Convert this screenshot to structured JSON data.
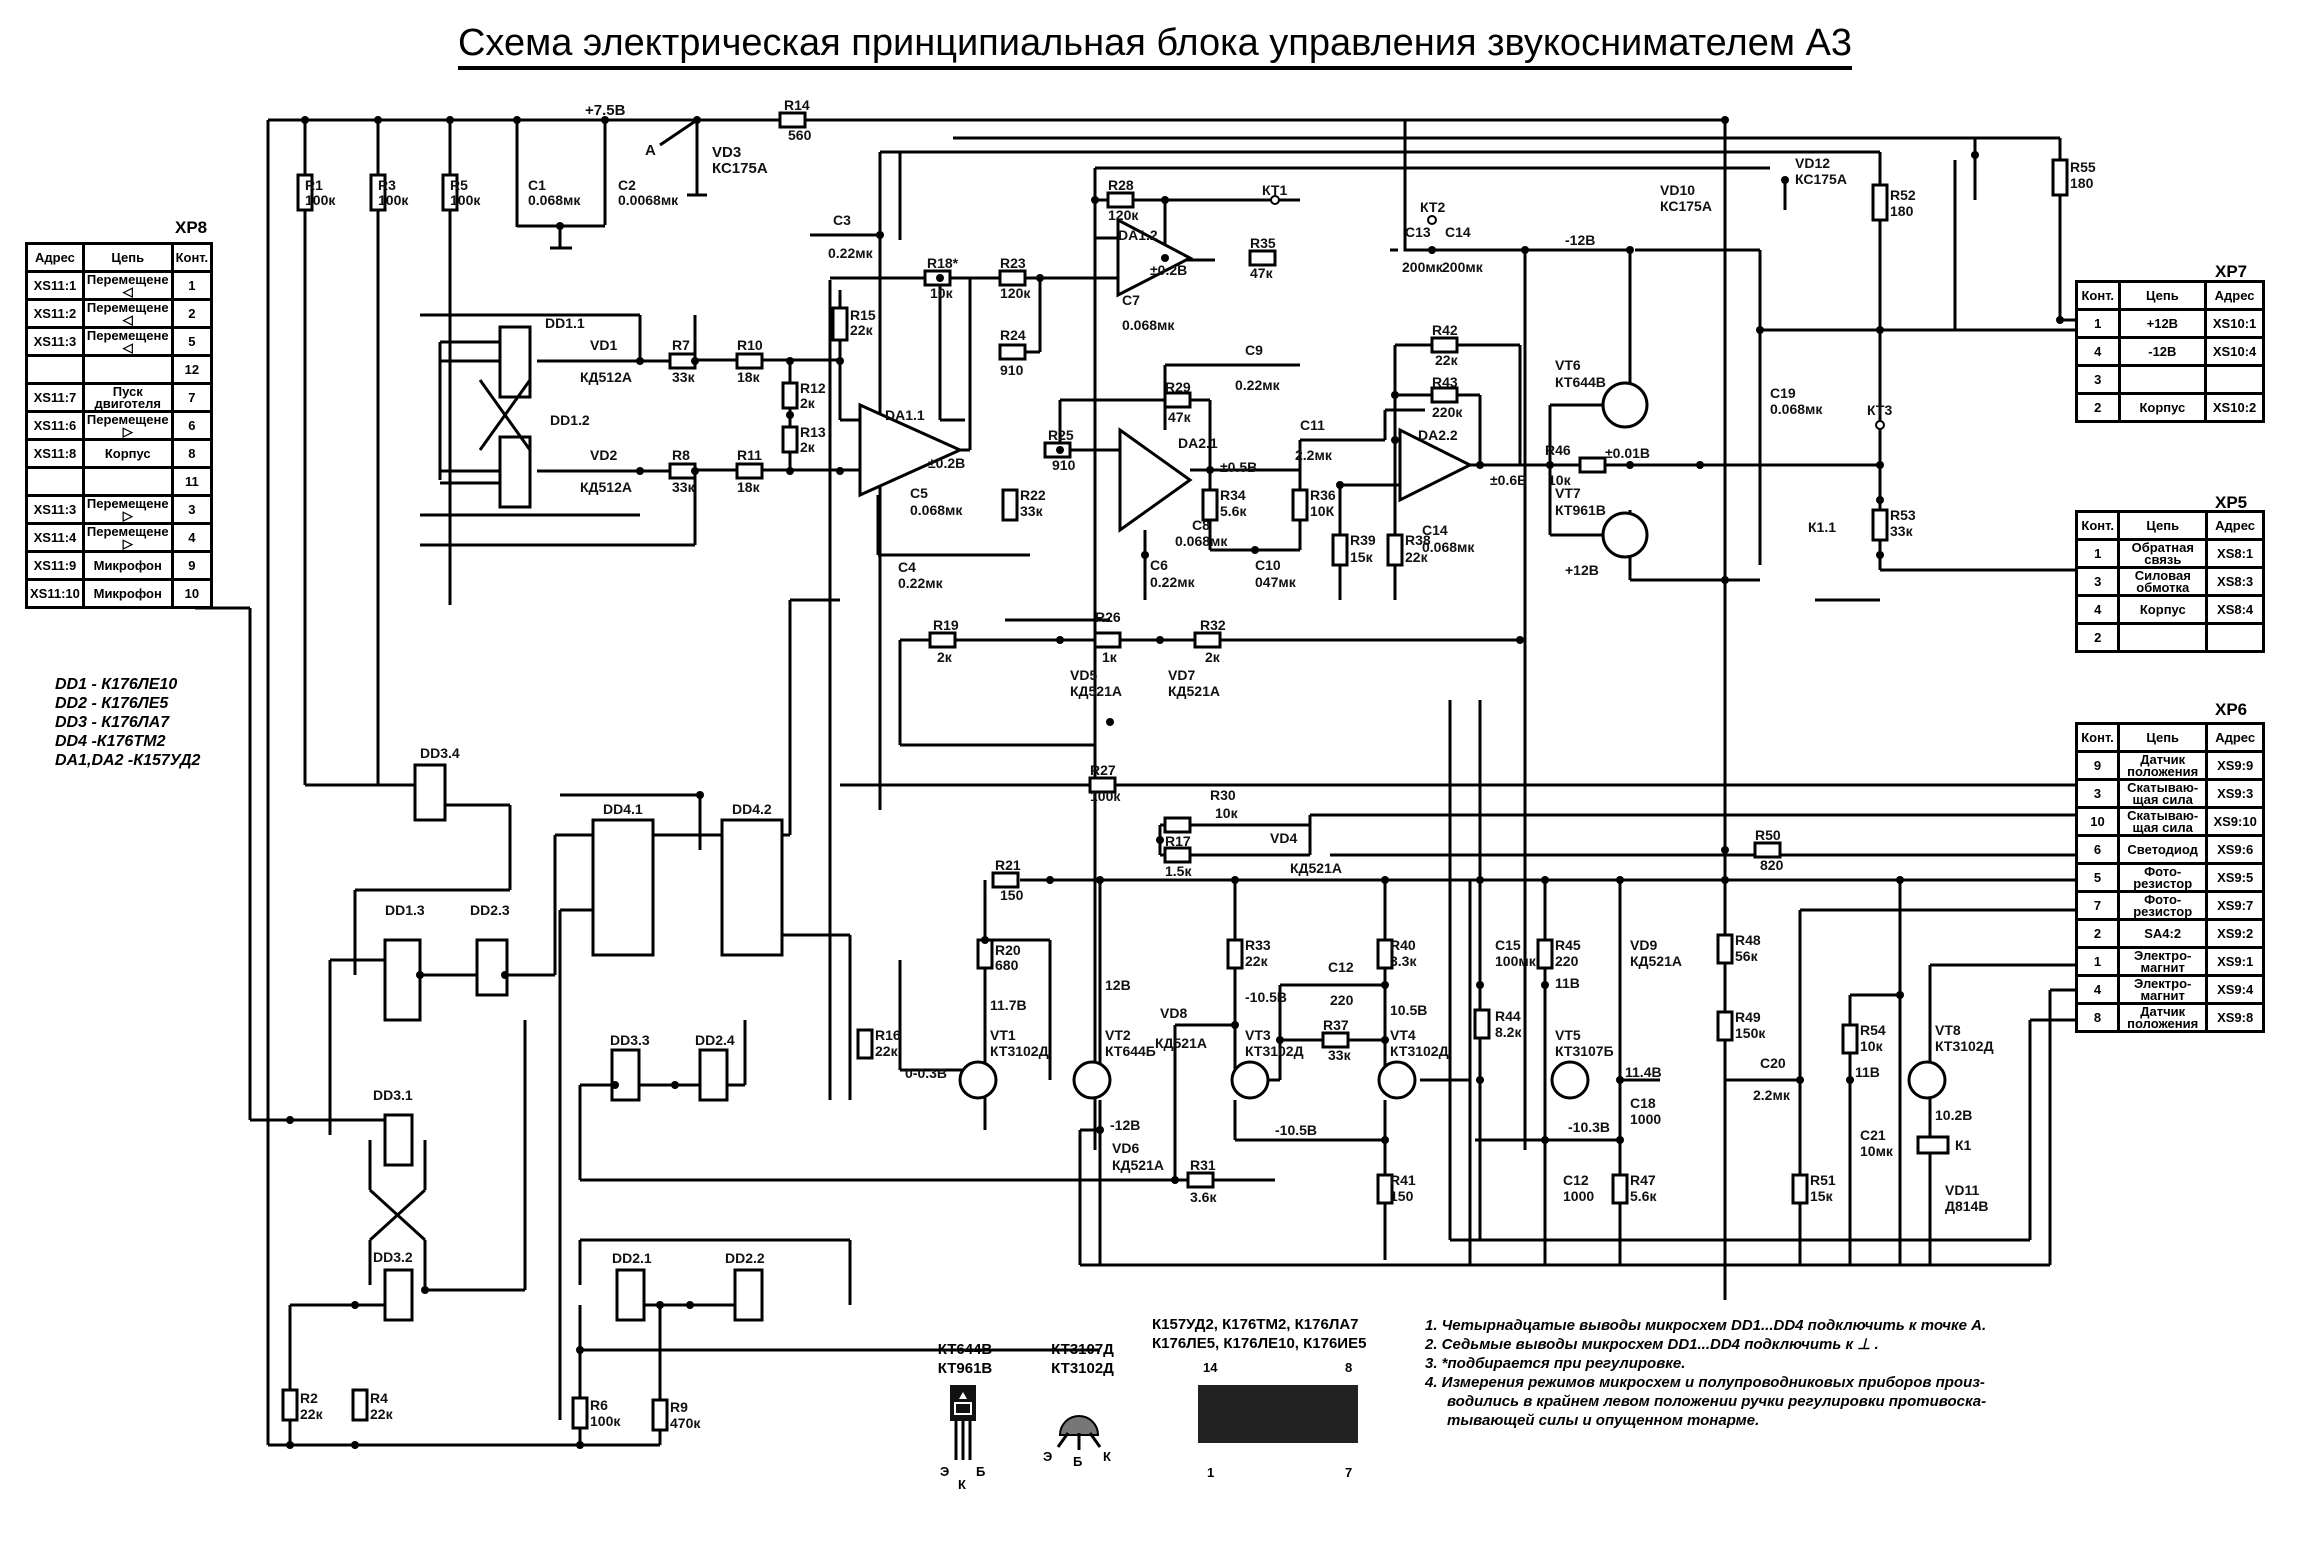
{
  "title": "Схема электрическая принципиальная блока управления звукоснимателем А3",
  "connectors": {
    "XP8": {
      "name": "XP8",
      "headers": [
        "Адрес",
        "Цепь",
        "Конт."
      ],
      "rows": [
        {
          "addr": "XS11:1",
          "net": "Перемещене ◁",
          "pin": "1"
        },
        {
          "addr": "XS11:2",
          "net": "Перемещене ◁",
          "pin": "2"
        },
        {
          "addr": "XS11:3",
          "net": "Перемещене ◁",
          "pin": "5"
        },
        {
          "addr": "",
          "net": "",
          "pin": "12"
        },
        {
          "addr": "XS11:7",
          "net": "Пуск двиготеля",
          "pin": "7"
        },
        {
          "addr": "XS11:6",
          "net": "Перемещене ▷",
          "pin": "6"
        },
        {
          "addr": "XS11:8",
          "net": "Корпус",
          "pin": "8"
        },
        {
          "addr": "",
          "net": "",
          "pin": "11"
        },
        {
          "addr": "XS11:3",
          "net": "Перемещене ▷",
          "pin": "3"
        },
        {
          "addr": "XS11:4",
          "net": "Перемещене ▷",
          "pin": "4"
        },
        {
          "addr": "XS11:9",
          "net": "Микрофон",
          "pin": "9"
        },
        {
          "addr": "XS11:10",
          "net": "Микрофон",
          "pin": "10"
        }
      ]
    },
    "XP7": {
      "name": "XP7",
      "headers": [
        "Конт.",
        "Цепь",
        "Адрес"
      ],
      "rows": [
        {
          "pin": "1",
          "net": "+12В",
          "addr": "XS10:1"
        },
        {
          "pin": "4",
          "net": "-12В",
          "addr": "XS10:4"
        },
        {
          "pin": "3",
          "net": "",
          "addr": ""
        },
        {
          "pin": "2",
          "net": "Корпус",
          "addr": "XS10:2"
        }
      ]
    },
    "XP5": {
      "name": "XP5",
      "headers": [
        "Конт.",
        "Цепь",
        "Адрес"
      ],
      "rows": [
        {
          "pin": "1",
          "net": "Обратная связь",
          "addr": "XS8:1"
        },
        {
          "pin": "3",
          "net": "Силовая обмотка",
          "addr": "XS8:3"
        },
        {
          "pin": "4",
          "net": "Корпус",
          "addr": "XS8:4"
        },
        {
          "pin": "2",
          "net": "",
          "addr": ""
        }
      ]
    },
    "XP6": {
      "name": "XP6",
      "headers": [
        "Конт.",
        "Цепь",
        "Адрес"
      ],
      "rows": [
        {
          "pin": "9",
          "net": "Датчик положения",
          "addr": "XS9:9"
        },
        {
          "pin": "3",
          "net": "Скатываю-щая сила",
          "addr": "XS9:3"
        },
        {
          "pin": "10",
          "net": "Скатываю-щая сила",
          "addr": "XS9:10"
        },
        {
          "pin": "6",
          "net": "Светодиод",
          "addr": "XS9:6"
        },
        {
          "pin": "5",
          "net": "Фото-резистор",
          "addr": "XS9:5"
        },
        {
          "pin": "7",
          "net": "Фото-резистор",
          "addr": "XS9:7"
        },
        {
          "pin": "2",
          "net": "SA4:2",
          "addr": "XS9:2"
        },
        {
          "pin": "1",
          "net": "Электро-магнит",
          "addr": "XS9:1"
        },
        {
          "pin": "4",
          "net": "Электро-магнит",
          "addr": "XS9:4"
        },
        {
          "pin": "8",
          "net": "Датчик положения",
          "addr": "XS9:8"
        }
      ]
    }
  },
  "legend": [
    "DD1 - К176ЛЕ10",
    "DD2 - К176ЛЕ5",
    "DD3 - К176ЛА7",
    "DD4 -К176ТМ2",
    "DA1,DA2 -К157УД2"
  ],
  "notes": [
    "1. Четырнадцатые выводы микросхем DD1...DD4 подключить к точке А.",
    "2. Седьмые выводы микросхем DD1...DD4 подключить к ⊥ .",
    "3. *подбирается при регулировке.",
    "4. Измерения режимов микросхем  и полупроводниковых приборов произ-",
    "водились в крайнем левом положении ручки регулировки противоска-",
    "тывающей силы и опущенном тонарме."
  ],
  "packages": {
    "power_transistor": {
      "types": [
        "КТ644В",
        "КТ961В"
      ],
      "pins": [
        "Э",
        "К",
        "Б"
      ]
    },
    "small_transistor": {
      "types": [
        "КТ3107Д",
        "КТ3102Д"
      ],
      "pins": [
        "Э",
        "Б",
        "К"
      ]
    },
    "dip14": {
      "types": [
        "К157УД2, К176ТМ2, К176ЛА7",
        "К176ЛЕ5, К176ЛЕ10, К176ИЕ5"
      ],
      "pin_top_left": "14",
      "pin_top_right": "8",
      "pin_bottom_left": "1",
      "pin_bottom_right": "7"
    }
  },
  "components": {
    "rail_voltage": "+7.5В",
    "point_A": "А",
    "R1": [
      "R1",
      "100к"
    ],
    "R3": [
      "R3",
      "100к"
    ],
    "R5": [
      "R5",
      "100к"
    ],
    "C1": [
      "C1",
      "0.068мк"
    ],
    "C2": [
      "C2",
      "0.0068мк"
    ],
    "VD3": [
      "VD3",
      "КС175А"
    ],
    "R14": [
      "R14",
      "560"
    ],
    "C3": [
      "C3",
      "0.22мк"
    ],
    "R15": [
      "R15",
      "22к"
    ],
    "R18": [
      "R18*",
      "10к"
    ],
    "R23": [
      "R23",
      "120к"
    ],
    "R24": [
      "R24",
      "910"
    ],
    "R28": [
      "R28",
      "120к"
    ],
    "KT1": "КТ1",
    "DA1_2": "DA1.2",
    "DA1_2_v": "±0.2В",
    "C7": [
      "C7",
      "0.068мк"
    ],
    "R35": [
      "R35",
      "47к"
    ],
    "DD1_1": "DD1.1",
    "DD1_2": "DD1.2",
    "VD1": [
      "VD1",
      "КД512А"
    ],
    "VD2": [
      "VD2",
      "КД512А"
    ],
    "R7": [
      "R7",
      "33к"
    ],
    "R8": [
      "R8",
      "33к"
    ],
    "R10": [
      "R10",
      "18к"
    ],
    "R11": [
      "R11",
      "18к"
    ],
    "R12": [
      "R12",
      "2к"
    ],
    "R13": [
      "R13",
      "2к"
    ],
    "DA1_1": "DA1.1",
    "DA1_1_v": "±0.2В",
    "C5": [
      "C5",
      "0.068мк"
    ],
    "C4": [
      "C4",
      "0.22мк"
    ],
    "R22": [
      "R22",
      "33к"
    ],
    "R25": [
      "R25",
      "910"
    ],
    "R29": [
      "R29",
      "47к"
    ],
    "DA2_1": "DA2.1",
    "DA2_1_v": "±0.5В",
    "C8": [
      "C8",
      "0.068мк"
    ],
    "C6": [
      "C6",
      "0.22мк"
    ],
    "C9": [
      "C9",
      "0.22мк"
    ],
    "R34": [
      "R34",
      "5.6к"
    ],
    "R36": [
      "R36",
      "10К"
    ],
    "C10": [
      "C10",
      "047мк"
    ],
    "C11": [
      "C11",
      "2.2мк"
    ],
    "R39": [
      "R39",
      "15к"
    ],
    "R38": [
      "R38",
      "22к"
    ],
    "R42": [
      "R42",
      "22к"
    ],
    "R43": [
      "R43",
      "220к"
    ],
    "DA2_2": "DA2.2",
    "DA2_2_v": "±0.6В",
    "C14b": [
      "C14",
      "0.068мк"
    ],
    "KT2": "КТ2",
    "C13": [
      "C13",
      "200мк"
    ],
    "C14": [
      "C14",
      "200мк"
    ],
    "minus12": "-12В",
    "plus12": "+12В",
    "VT6": [
      "VT6",
      "КТ644В"
    ],
    "VT7": [
      "VT7",
      "КТ961В"
    ],
    "R46": [
      "R46",
      "10к"
    ],
    "out_v": "±0.01В",
    "VD10": [
      "VD10",
      "КС175А"
    ],
    "R52": [
      "R52",
      "180"
    ],
    "VD12": [
      "VD12",
      "КС175А"
    ],
    "R55": [
      "R55",
      "180"
    ],
    "C19": [
      "C19",
      "0.068мк"
    ],
    "KT3": "КТ3",
    "K1_1": "К1.1",
    "R53": [
      "R53",
      "33к"
    ],
    "R19": [
      "R19",
      "2к"
    ],
    "R26": [
      "R26",
      "1к"
    ],
    "R32": [
      "R32",
      "2к"
    ],
    "VD5": [
      "VD5",
      "КД521А"
    ],
    "VD7": [
      "VD7",
      "КД521А"
    ],
    "DD3_4": "DD3.4",
    "DD1_3": "DD1.3",
    "DD2_3": "DD2.3",
    "DD4_1": "DD4.1",
    "DD4_2": "DD4.2",
    "DD3_1": "DD3.1",
    "DD3_2": "DD3.2",
    "DD3_3": "DD3.3",
    "DD2_4": "DD2.4",
    "DD2_1": "DD2.1",
    "DD2_2": "DD2.2",
    "R27": [
      "R27",
      "100к"
    ],
    "R30": [
      "R30",
      "10к"
    ],
    "R17": [
      "R17",
      "1.5к"
    ],
    "VD4": [
      "VD4",
      "КД521А"
    ],
    "R21": [
      "R21",
      "150"
    ],
    "R20": [
      "R20",
      "680"
    ],
    "R16": [
      "R16",
      "22к"
    ],
    "VT1": [
      "VT1",
      "КТ3102Д"
    ],
    "VT1_v": "0-0.3В",
    "VT1_c": "11.7В",
    "VT2": [
      "VT2",
      "КТ644Б"
    ],
    "VT2_v": "12В",
    "VT2_e": "-12В",
    "VD6": [
      "VD6",
      "КД521А"
    ],
    "VD8": [
      "VD8",
      "КД521А"
    ],
    "R31": [
      "R31",
      "3.6к"
    ],
    "R33": [
      "R33",
      "22к"
    ],
    "VT3": [
      "VT3",
      "КТ3102Д"
    ],
    "VT3_v": "-10.5В",
    "VT34_e": "-10.5В",
    "C12a": [
      "C12",
      "220"
    ],
    "R37": [
      "R37",
      "33к"
    ],
    "R40": [
      "R40",
      "3.3к"
    ],
    "VT4": [
      "VT4",
      "КТ3102Д"
    ],
    "VT4_v": "10.5В",
    "R41": [
      "R41",
      "150"
    ],
    "C15": [
      "C15",
      "100мк"
    ],
    "R44": [
      "R44",
      "8.2к"
    ],
    "R45": [
      "R45",
      "220"
    ],
    "R45_v": "11В",
    "VT5": [
      "VT5",
      "КТ3107Б"
    ],
    "VT5_v": "-10.3В",
    "VD9": [
      "VD9",
      "КД521А"
    ],
    "VD9_v": "11.4В",
    "C18": [
      "C18",
      "1000"
    ],
    "C12b": [
      "C12",
      "1000"
    ],
    "R47": [
      "R47",
      "5.6к"
    ],
    "R50": [
      "R50",
      "820"
    ],
    "R48": [
      "R48",
      "56к"
    ],
    "R49": [
      "R49",
      "150к"
    ],
    "C20": [
      "C20",
      "2.2мк"
    ],
    "R51": [
      "R51",
      "15к"
    ],
    "R54": [
      "R54",
      "10к"
    ],
    "R54_v": "11В",
    "VT8": [
      "VT8",
      "КТ3102Д"
    ],
    "VT8_v": "10.2В",
    "C21": [
      "C21",
      "10мк"
    ],
    "K1": "К1",
    "VD11": [
      "VD11",
      "Д814В"
    ],
    "R2": [
      "R2",
      "22к"
    ],
    "R4": [
      "R4",
      "22к"
    ],
    "R6": [
      "R6",
      "100к"
    ],
    "R9": [
      "R9",
      "470к"
    ]
  }
}
